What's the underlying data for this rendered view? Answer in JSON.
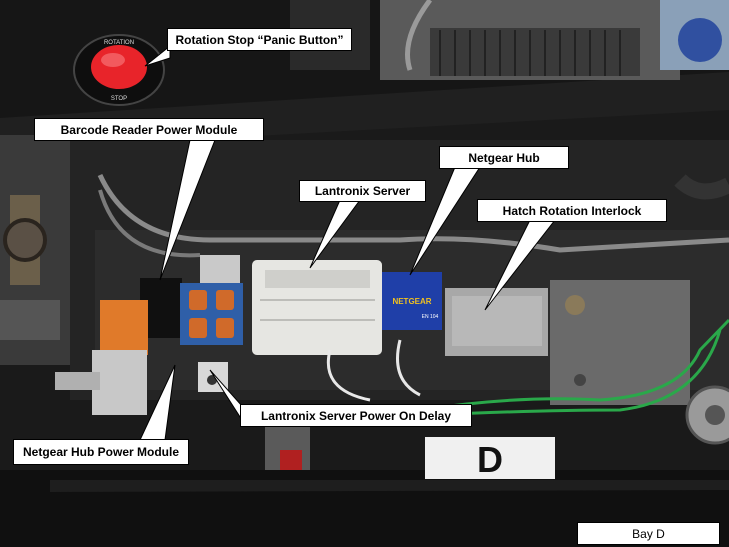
{
  "callouts": {
    "rotation_stop": "Rotation Stop “Panic Button”",
    "barcode_power": "Barcode Reader Power Module",
    "netgear_hub": "Netgear Hub",
    "lantronix_server": "Lantronix Server",
    "hatch_interlock": "Hatch Rotation Interlock",
    "lantronix_delay": "Lantronix Server Power On Delay",
    "netgear_power": "Netgear Hub Power Module"
  },
  "bay_label": "Bay D",
  "photo_text": {
    "panic_button_top": "ROTATION",
    "panic_button_bottom": "STOP",
    "hub_brand": "NETGEAR",
    "hub_model": "EN 104",
    "bay_sign": "D"
  },
  "colors": {
    "enclosure": "#141414",
    "panel": "#262626",
    "panic_button": "#e8242a",
    "netgear_blue": "#1f3fa8",
    "outlet_box": "#2f5fa8",
    "orange_module": "#e07a2a",
    "green_wire": "#2aa84a",
    "callout_bg": "#ffffff"
  }
}
